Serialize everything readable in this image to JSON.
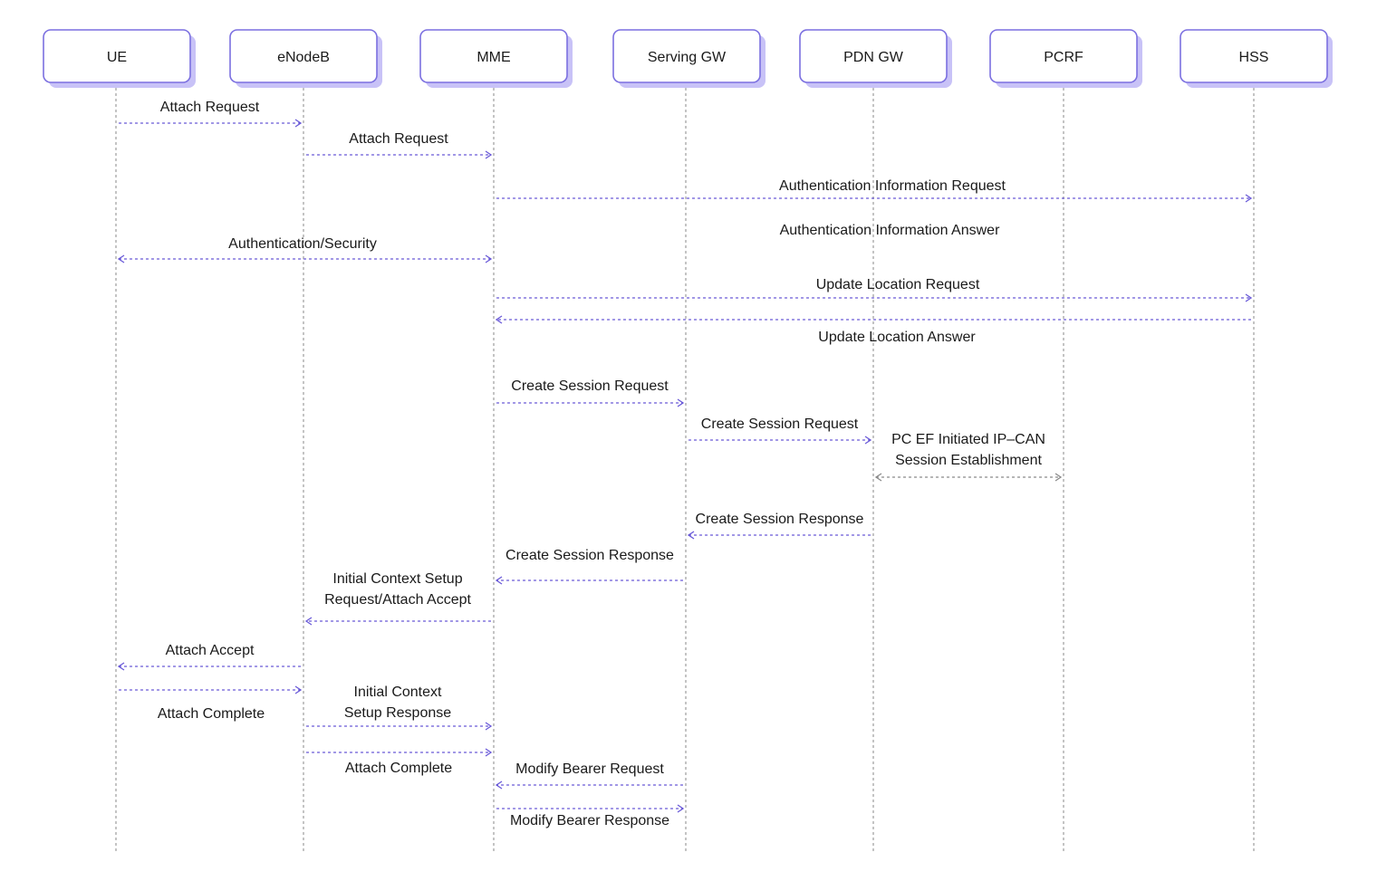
{
  "actors": [
    "UE",
    "eNodeB",
    "MME",
    "Serving GW",
    "PDN GW",
    "PCRF",
    "HSS"
  ],
  "messages": [
    {
      "label": "Attach Request"
    },
    {
      "label": "Attach Request"
    },
    {
      "label": "Authentication Information Request"
    },
    {
      "label": "Authentication Information Answer"
    },
    {
      "label": "Authentication/Security"
    },
    {
      "label": "Update Location Request"
    },
    {
      "label": "Update Location Answer"
    },
    {
      "label": "Create Session Request"
    },
    {
      "label": "Create Session Request"
    },
    {
      "label": "PC EF Initiated IP–CAN\nSession Establishment"
    },
    {
      "label": "Create Session Response"
    },
    {
      "label": "Create Session Response"
    },
    {
      "label": "Initial Context Setup\nRequest/Attach Accept"
    },
    {
      "label": "Attach Accept"
    },
    {
      "label": "Attach Complete"
    },
    {
      "label": "Initial Context\nSetup Response"
    },
    {
      "label": "Attach Complete"
    },
    {
      "label": "Modify Bearer Request"
    },
    {
      "label": "Modify Bearer Response"
    }
  ],
  "colors": {
    "accent": "#7b6fe0",
    "shadow": "#c8c2f7",
    "lifeline": "#8a8a8a"
  }
}
